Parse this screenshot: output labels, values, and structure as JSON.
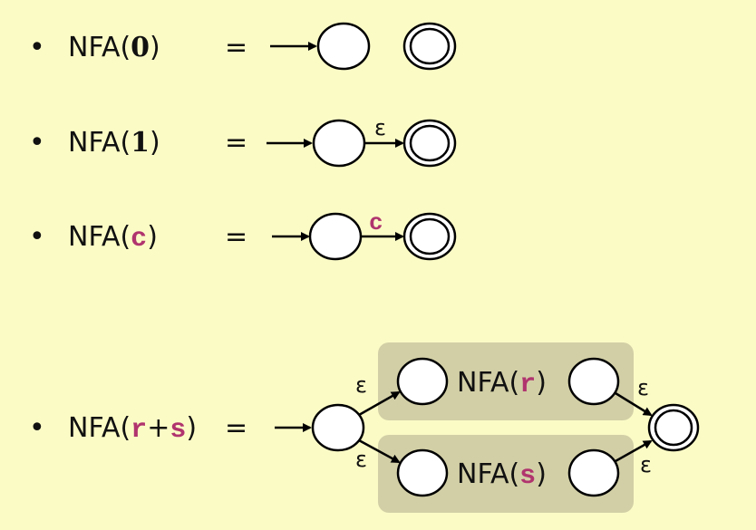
{
  "rows": [
    {
      "prefix": "NFA(",
      "arg": "0",
      "suffix": ")",
      "equals": "="
    },
    {
      "prefix": "NFA(",
      "arg": "1",
      "suffix": ")",
      "equals": "=",
      "edge_label": "ε"
    },
    {
      "prefix": "NFA(",
      "arg": "c",
      "suffix": ")",
      "equals": "=",
      "edge_label": "c"
    },
    {
      "prefix": "NFA(",
      "arg_r": "r",
      "plus": "+",
      "arg_s": "s",
      "suffix": ")",
      "equals": "=",
      "box_r": {
        "prefix": "NFA(",
        "arg": "r",
        "suffix": ")"
      },
      "box_s": {
        "prefix": "NFA(",
        "arg": "s",
        "suffix": ")"
      },
      "eps": [
        "ε",
        "ε",
        "ε",
        "ε"
      ]
    }
  ],
  "bullet": "•",
  "colors": {
    "background": "#fbfbc6",
    "box": "#d2cfa6",
    "code": "#b0346e"
  }
}
